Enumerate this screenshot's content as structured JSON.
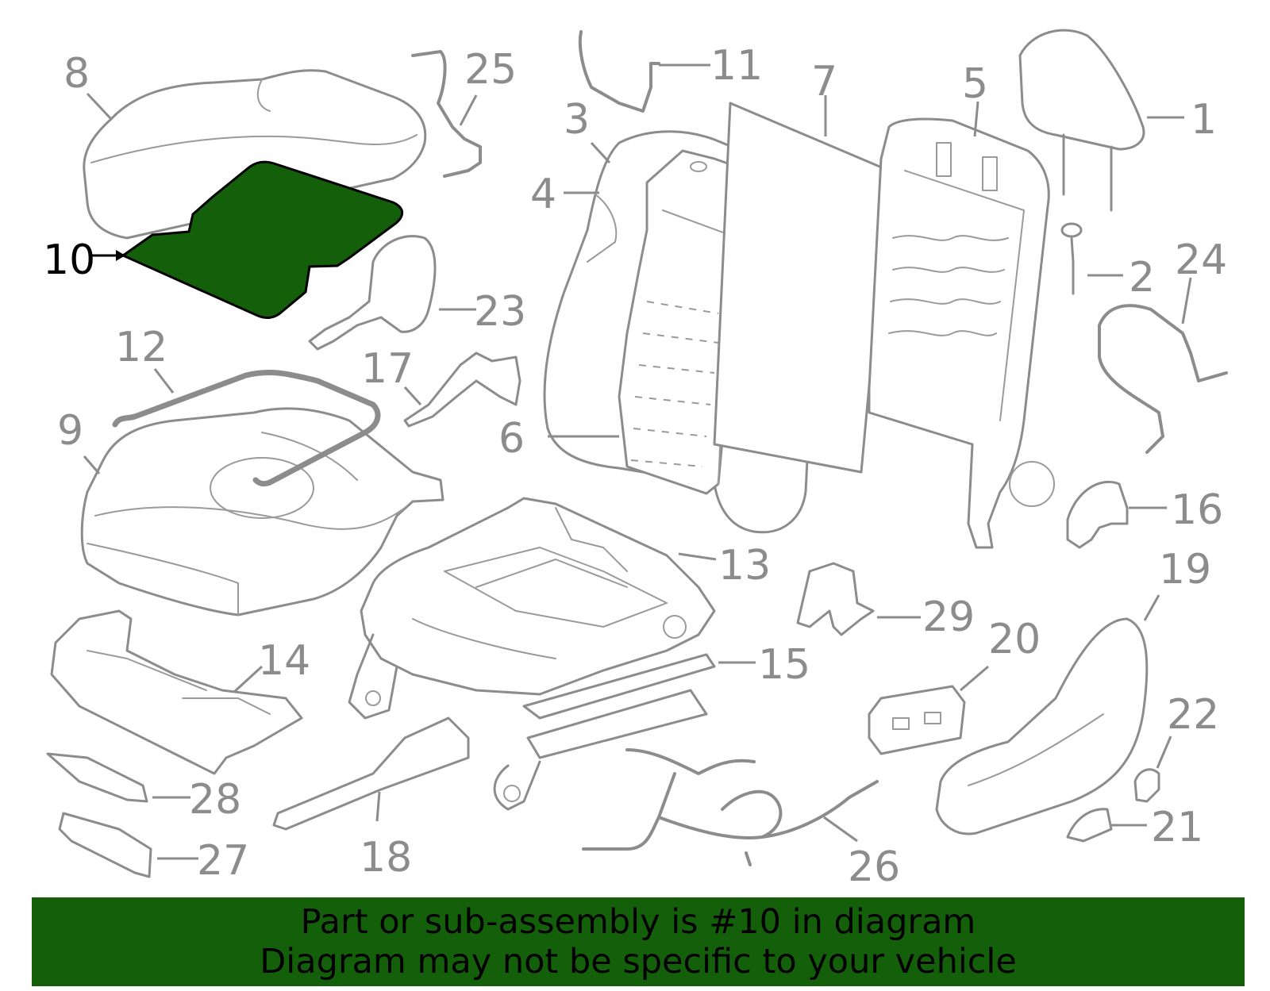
{
  "diagram": {
    "highlight_color": "#14600a",
    "part_stroke_color": "#8c8c8c",
    "highlighted_part": "10",
    "callouts": [
      "1",
      "2",
      "3",
      "4",
      "5",
      "6",
      "7",
      "8",
      "9",
      "10",
      "11",
      "12",
      "13",
      "14",
      "15",
      "16",
      "17",
      "18",
      "19",
      "20",
      "21",
      "22",
      "23",
      "24",
      "25",
      "26",
      "27",
      "28",
      "29"
    ]
  },
  "banner": {
    "background": "#14600a",
    "line1": "Part or sub-assembly is #10 in diagram",
    "line2": "Diagram may not be specific to your vehicle"
  }
}
